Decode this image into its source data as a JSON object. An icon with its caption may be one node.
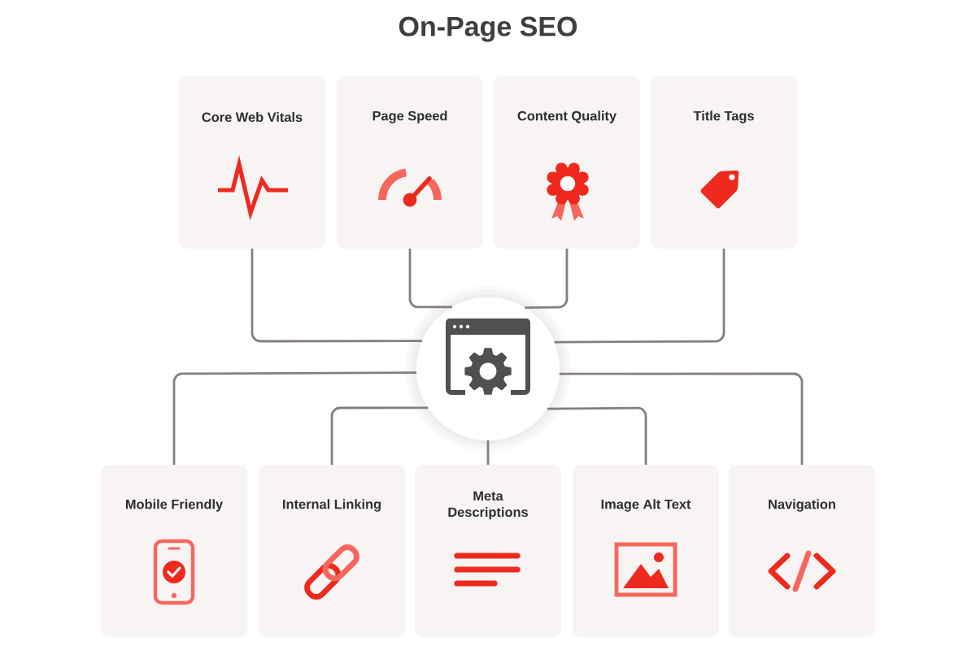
{
  "diagram": {
    "title": "On-Page SEO",
    "nodes": [
      {
        "text": [
          "Core Web Vitals"
        ]
      },
      {
        "text": [
          "Page Speed"
        ]
      },
      {
        "text": [
          "Content Quality"
        ]
      },
      {
        "text": [
          "Title Tags"
        ]
      },
      {
        "text": [],
        "shape": "circle"
      },
      {
        "text": [
          "Mobile Friendly"
        ]
      },
      {
        "text": [
          "Internal Linking"
        ]
      },
      {
        "text": [
          "Meta Descriptions"
        ]
      },
      {
        "text": [
          "Image Alt Text"
        ]
      },
      {
        "text": [
          "Navigation"
        ]
      }
    ],
    "edges": [
      {
        "from": 0,
        "to": 4,
        "arrow": "none"
      },
      {
        "from": 1,
        "to": 4,
        "arrow": "none"
      },
      {
        "from": 2,
        "to": 4,
        "arrow": "none"
      },
      {
        "from": 3,
        "to": 4,
        "arrow": "none"
      },
      {
        "from": 4,
        "to": 5,
        "arrow": "none"
      },
      {
        "from": 4,
        "to": 6,
        "arrow": "none"
      },
      {
        "from": 4,
        "to": 7,
        "arrow": "none"
      },
      {
        "from": 4,
        "to": 8,
        "arrow": "none"
      },
      {
        "from": 4,
        "to": 9,
        "arrow": "none"
      }
    ]
  }
}
